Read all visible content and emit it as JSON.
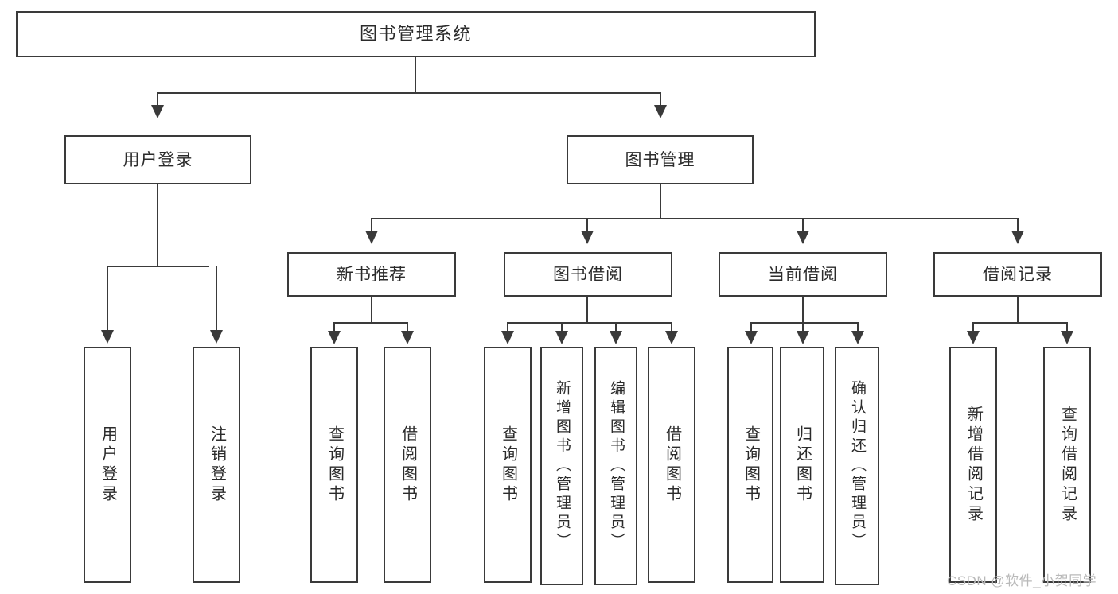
{
  "diagram": {
    "type": "tree-hierarchy",
    "title": "图书管理系统",
    "root": {
      "label": "图书管理系统"
    },
    "level2": [
      {
        "id": "user-login",
        "label": "用户登录"
      },
      {
        "id": "book-manage",
        "label": "图书管理"
      }
    ],
    "level3": [
      {
        "id": "new-book-recommend",
        "label": "新书推荐",
        "parent": "book-manage"
      },
      {
        "id": "book-borrow",
        "label": "图书借阅",
        "parent": "book-manage"
      },
      {
        "id": "current-borrow",
        "label": "当前借阅",
        "parent": "book-manage"
      },
      {
        "id": "borrow-record",
        "label": "借阅记录",
        "parent": "book-manage"
      }
    ],
    "leaves": {
      "user-login": [
        {
          "id": "leaf-user-login",
          "label": "用户登录"
        },
        {
          "id": "leaf-user-logout",
          "label": "注销登录"
        }
      ],
      "new-book-recommend": [
        {
          "id": "leaf-query-book-1",
          "label": "查询图书"
        },
        {
          "id": "leaf-borrow-book-1",
          "label": "借阅图书"
        }
      ],
      "book-borrow": [
        {
          "id": "leaf-query-book-2",
          "label": "查询图书"
        },
        {
          "id": "leaf-add-book",
          "label": "新增图书（管理员）"
        },
        {
          "id": "leaf-edit-book",
          "label": "编辑图书（管理员）"
        },
        {
          "id": "leaf-borrow-book-2",
          "label": "借阅图书"
        }
      ],
      "current-borrow": [
        {
          "id": "leaf-query-book-3",
          "label": "查询图书"
        },
        {
          "id": "leaf-return-book",
          "label": "归还图书"
        },
        {
          "id": "leaf-confirm-return",
          "label": "确认归还（管理员）"
        }
      ],
      "borrow-record": [
        {
          "id": "leaf-add-record",
          "label": "新增借阅记录"
        },
        {
          "id": "leaf-query-record",
          "label": "查询借阅记录"
        }
      ]
    },
    "colors": {
      "stroke": "#3a3a3a",
      "fill": "#ffffff",
      "text": "#2b2b2b",
      "watermark": "#b9b9b9"
    }
  },
  "watermark": {
    "text": "CSDN @软件_小贺同学"
  }
}
